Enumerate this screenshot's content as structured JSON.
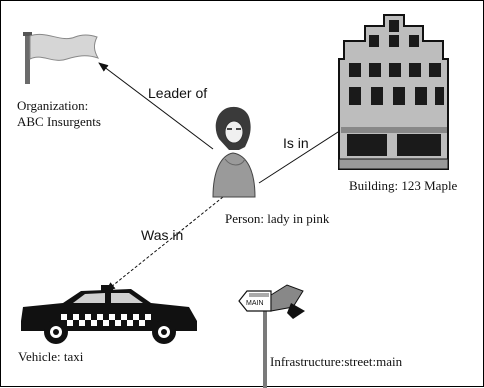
{
  "nodes": {
    "organization": {
      "line1": "Organization:",
      "line2": "ABC Insurgents",
      "icon": "flag-icon"
    },
    "building": {
      "label": "Building: 123 Maple",
      "icon": "building-icon"
    },
    "person": {
      "label": "Person: lady in pink",
      "icon": "person-icon"
    },
    "vehicle": {
      "label": "Vehicle: taxi",
      "icon": "taxi-icon"
    },
    "infrastructure": {
      "label": "Infrastructure:street:main",
      "sign_text": "MAIN",
      "icon": "street-sign-icon"
    }
  },
  "edges": {
    "leader_of": "Leader of",
    "is_in": "Is in",
    "was_in": "Was in"
  }
}
